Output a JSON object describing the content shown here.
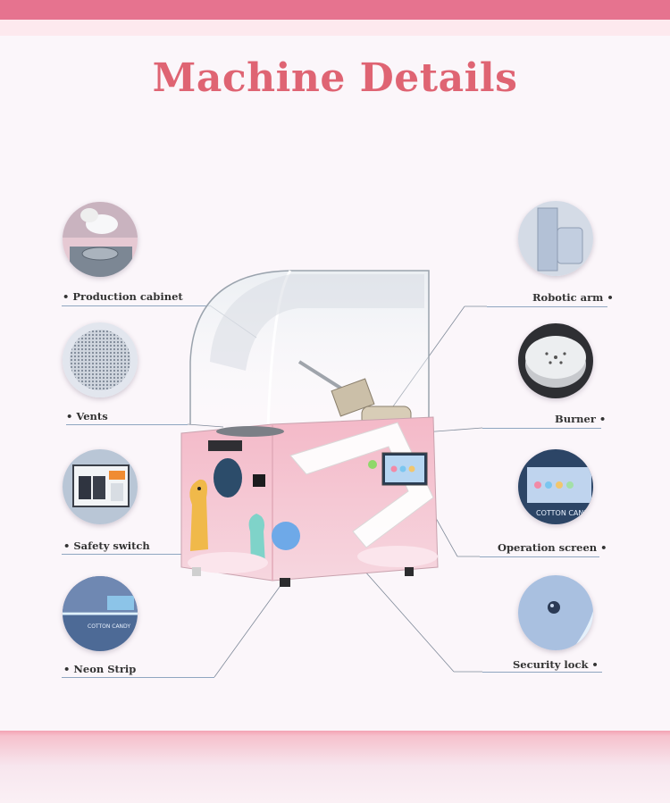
{
  "title": "Machine Details",
  "features": {
    "production_cabinet": "Production cabinet",
    "vents": "Vents",
    "safety_switch": "Safety switch",
    "neon_strip": "Neon Strip",
    "robotic_arm": "Robotic arm",
    "burner": "Burner",
    "operation_screen": "Operation screen",
    "security_lock": "Security lock"
  },
  "machine": {
    "brand_text": "COTTON CANDY"
  },
  "colors": {
    "title": "#df6473",
    "band": "#e6738f",
    "cabinet_pink": "#f5c9d3"
  }
}
